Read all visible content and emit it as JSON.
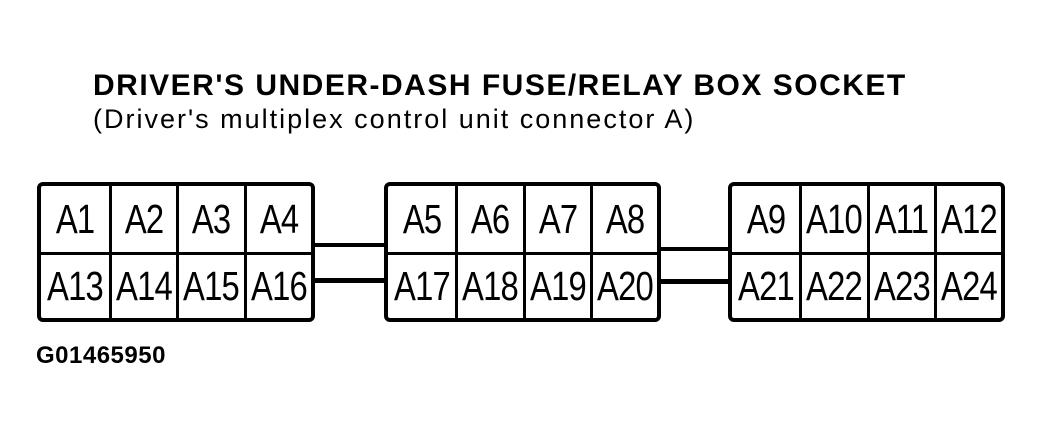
{
  "title": "DRIVER'S UNDER-DASH FUSE/RELAY BOX SOCKET",
  "subtitle": "(Driver's multiplex control unit connector A)",
  "figure_code": "G01465950",
  "connector_name": "A",
  "colors": {
    "line": "#000000",
    "background": "#ffffff",
    "text": "#000000"
  },
  "blocks": [
    {
      "id": "block-1",
      "rows": [
        [
          "A1",
          "A2",
          "A3",
          "A4"
        ],
        [
          "A13",
          "A14",
          "A15",
          "A16"
        ]
      ]
    },
    {
      "id": "block-2",
      "rows": [
        [
          "A5",
          "A6",
          "A7",
          "A8"
        ],
        [
          "A17",
          "A18",
          "A19",
          "A20"
        ]
      ]
    },
    {
      "id": "block-3",
      "rows": [
        [
          "A9",
          "A10",
          "A11",
          "A12"
        ],
        [
          "A21",
          "A22",
          "A23",
          "A24"
        ]
      ]
    }
  ]
}
